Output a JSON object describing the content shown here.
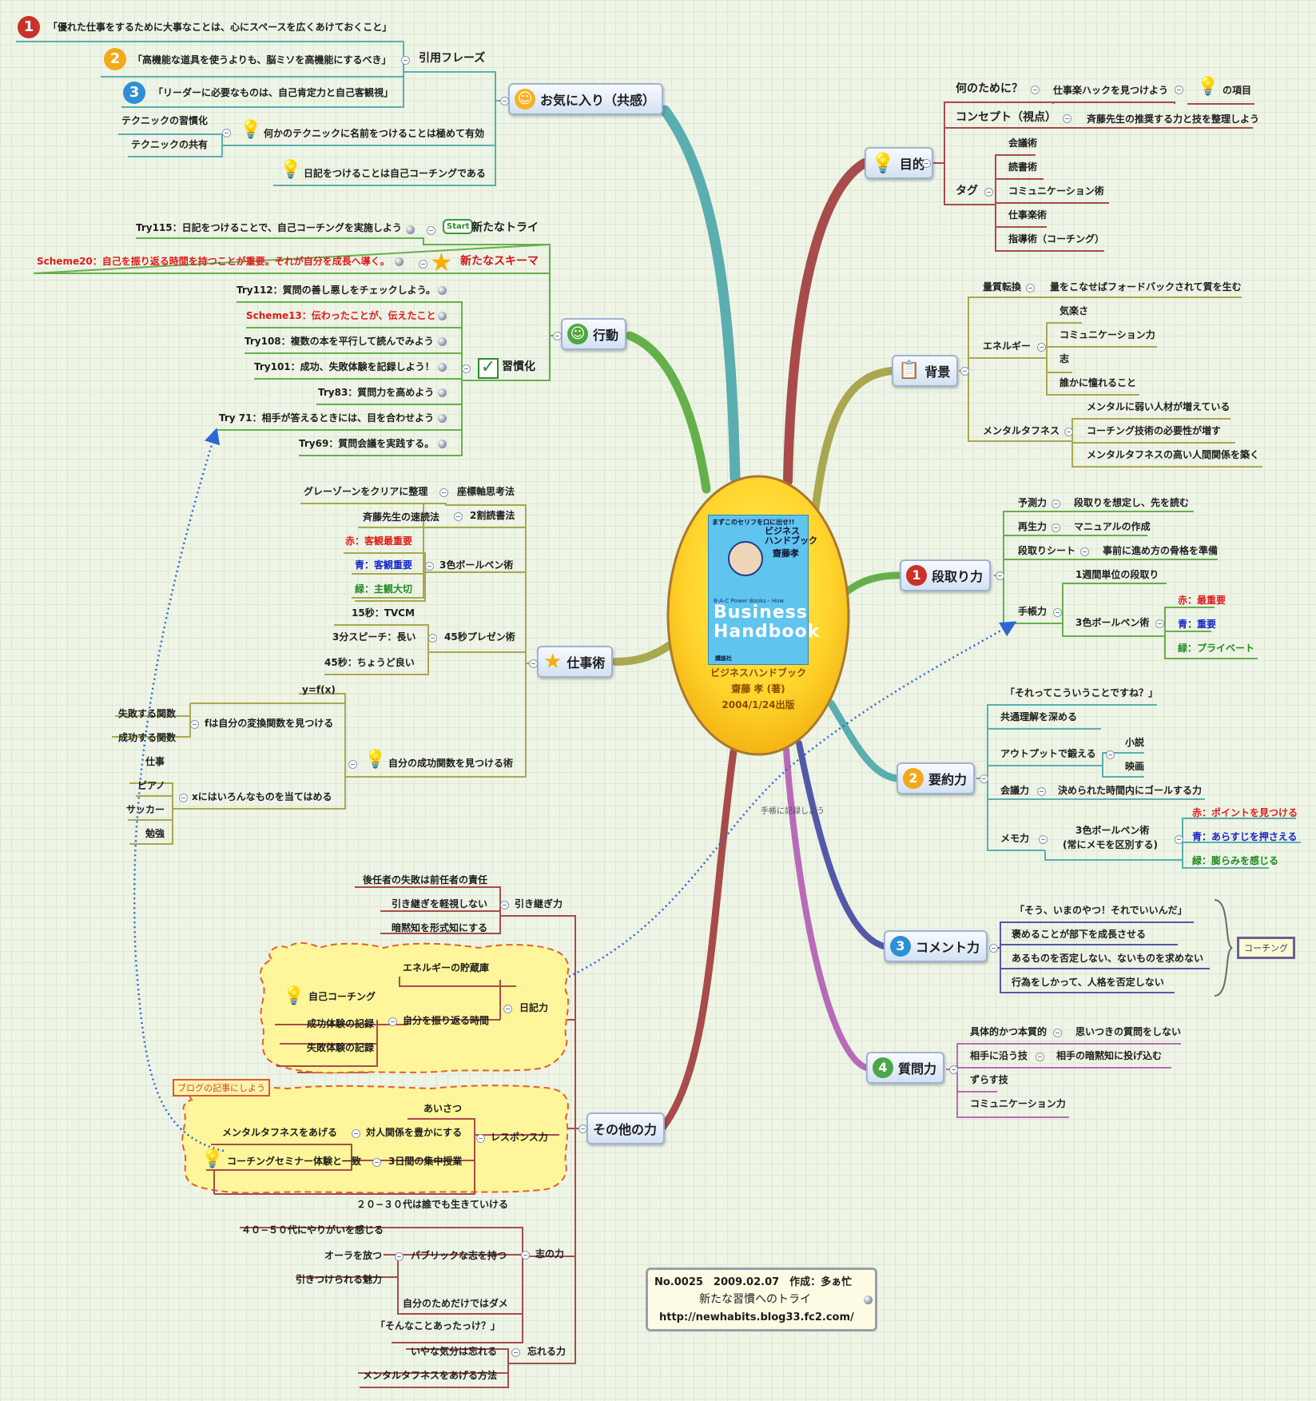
{
  "center": {
    "book_top": "まずこのセリフを口に出せ!!",
    "book_title": "ビジネスハンドブック",
    "book_title_display": "ビジネス\nハンドブック",
    "book_author": "齋藤孝",
    "book_en1": "Business",
    "book_en2": "Handbook",
    "book_en_small": "B-A-C Power Books - How",
    "publisher": "講談社",
    "caption_title": "ビジネスハンドブック",
    "caption_author": "齋藤 孝 (著)",
    "caption_date": "2004/1/24出版"
  },
  "branches": {
    "okiniiri": "お気に入り（共感）",
    "koudou": "行動",
    "shigotojutsu": "仕事術",
    "sonota": "その他の力",
    "mokuteki": "目的",
    "haikei": "背景",
    "dandori": "段取り力",
    "youyaku": "要約力",
    "comment": "コメント力",
    "shitsumon": "質問力"
  },
  "okiniiri": {
    "inyou": "引用フレーズ",
    "q1": "「優れた仕事をするために大事なことは、心にスペースを広くあけておくこと」",
    "q2": "「高機能な道具を使うよりも、脳ミソを高機能にするべき」",
    "q3": "「リーダーに必要なものは、自己肯定力と自己客観視」",
    "tech_name": "何かのテクニックに名前をつけることは極めて有効",
    "tech1": "テクニックの習慣化",
    "tech2": "テクニックの共有",
    "diary": "日記をつけることは自己コーチングである"
  },
  "koudou": {
    "new_try": "新たなトライ",
    "start_badge": "Start",
    "try115": "Try115：日記をつけることで、自己コーチングを実施しよう",
    "new_scheme": "新たなスキーマ",
    "scheme20": "Scheme20：自己を振り返る時間を持つことが重要。それが自分を成長へ導く。",
    "habit": "習慣化",
    "items": [
      "Try112：質問の善し悪しをチェックしよう。",
      "Scheme13：伝わったことが、伝えたこと",
      "Try108：複数の本を平行して読んでみよう",
      "Try101：成功、失敗体験を記録しよう！",
      "Try83：質問力を高めよう",
      "Try 71：相手が答えるときには、目を合わせよう",
      "Try69：質問会議を実践する。"
    ]
  },
  "shigotojutsu": {
    "zahyou": "座標軸思考法",
    "gray": "グレーゾーンをクリアに整理",
    "niwari": "2割読書法",
    "saito_speed": "斉藤先生の速読法",
    "sanshoku": "3色ボールペン術",
    "red": "赤：客観最重要",
    "blue": "青：客観重要",
    "green": "緑：主観大切",
    "presen": "45秒プレゼン術",
    "s15": "15秒：TVCM",
    "s3min": "3分スピーチ：長い",
    "s45": "45秒：ちょうど良い",
    "yfx": "y=f(x)",
    "seikou": "自分の成功関数を見つける術",
    "f_func": "fは自分の変換関数を見つける",
    "fail_func": "失敗する関数",
    "success_func": "成功する関数",
    "x_apply": "xにはいろんなものを当てはめる",
    "x_items": [
      "仕事",
      "ピアノ",
      "サッカー",
      "勉強"
    ]
  },
  "sonota": {
    "hikitsugi": "引き継ぎ力",
    "hk_items": [
      "後任者の失敗は前任者の責任",
      "引き継ぎを軽視しない",
      "暗黙知を形式知にする"
    ],
    "nikki": "日記力",
    "energy": "エネルギーの貯蔵庫",
    "jiko_coaching": "自己コーチング",
    "furikaeri": "自分を振り返る時間",
    "success_rec": "成功体験の記録",
    "fail_rec": "失敗体験の記録",
    "blog_note": "ブログの記事にしよう",
    "response": "レスポンス力",
    "aisatsu": "あいさつ",
    "taijin": "対人関係を豊かにする",
    "mental_up": "メンタルタフネスをあげる",
    "mikka": "3日間の集中授業",
    "seminar": "コーチングセミナー体験と一致",
    "kokorozashi": "志の力",
    "k20": "２０−３０代は誰でも生きていける",
    "k40": "４０−５０代にやりがいを感じる",
    "public": "パブリックな志を持つ",
    "aura": "オーラを放つ",
    "hiki": "引きつけられる魅力",
    "not_self": "自分のためだけではダメ",
    "wasure": "忘れる力",
    "w1": "「そんなことあったっけ？」",
    "w2": "いやな気分は忘れる",
    "w3": "メンタルタフネスをあげる方法"
  },
  "mokuteki": {
    "nanno": "何のために？",
    "hack": "仕事楽ハックを見つけよう",
    "koumoku": "の項目",
    "concept": "コンセプト（視点）",
    "concept_val": "斉藤先生の推奨する力と技を整理しよう",
    "tag": "タグ",
    "tags": [
      "会議術",
      "読書術",
      "コミュニケーション術",
      "仕事楽術",
      "指導術（コーチング）"
    ]
  },
  "haikei": {
    "ryoushitsu": "量質転換",
    "ryoushitsu_val": "量をこなせばフォードバックされて質を生む",
    "energy": "エネルギー",
    "energy_items": [
      "気楽さ",
      "コミュニケーション力",
      "志",
      "誰かに憧れること"
    ],
    "mental": "メンタルタフネス",
    "mental_items": [
      "メンタルに弱い人材が増えている",
      "コーチング技術の必要性が増す",
      "メンタルタフネスの高い人間関係を築く"
    ]
  },
  "dandori": {
    "yosoku": "予測力",
    "yosoku_val": "段取りを想定し、先を読む",
    "saisei": "再生力",
    "saisei_val": "マニュアルの作成",
    "sheet": "段取りシート",
    "sheet_val": "事前に進め方の骨格を準備",
    "techou": "手帳力",
    "weekly": "1週間単位の段取り",
    "sanshoku": "3色ボールペン術",
    "red": "赤：最重要",
    "blue": "青：重要",
    "green": "緑：プライベート",
    "link_note": "手帳に記録しよう"
  },
  "youyaku": {
    "sorette": "「それってこういうことですね？」",
    "kyoutsuu": "共通理解を深める",
    "output": "アウトプットで鍛える",
    "shousetsu": "小説",
    "eiga": "映画",
    "kaigi": "会議力",
    "kaigi_val": "決められた時間内にゴールする力",
    "memo": "メモ力",
    "memo_sanshoku": "3色ボールペン術",
    "memo_sanshoku2": "(常にメモを区別する)",
    "red": "赤：ポイントを見つける",
    "blue": "青：あらすじを押さえる",
    "green": "緑：膨らみを感じる"
  },
  "comment": {
    "items": [
      "「そう、いまのやつ！それでいいんだ」",
      "褒めることが部下を成長させる",
      "あるものを否定しない、ないものを求めない",
      "行為をしかって、人格を否定しない"
    ],
    "coaching": "コーチング"
  },
  "shitsumon": {
    "gutai": "具体的かつ本質的",
    "gutai_val": "思いつきの質問をしない",
    "aite": "相手に沿う技",
    "aite_val": "相手の暗黙知に投げ込む",
    "zurasu": "ずらす技",
    "comm": "コミュニケーション力"
  },
  "footer": {
    "line1": "No.0025　2009.02.07　作成：多ぁ忙",
    "line2": "新たな習慣へのトライ",
    "line3": "http://newhabits.blog33.fc2.com/"
  },
  "colors": {
    "teal": "#5aaeb0",
    "green": "#66b04c",
    "olive": "#a9a850",
    "darkred": "#a84b4b",
    "purple": "#b86ab8",
    "indigo": "#5359a8",
    "blue_topic_border": "#9fb3d2"
  }
}
